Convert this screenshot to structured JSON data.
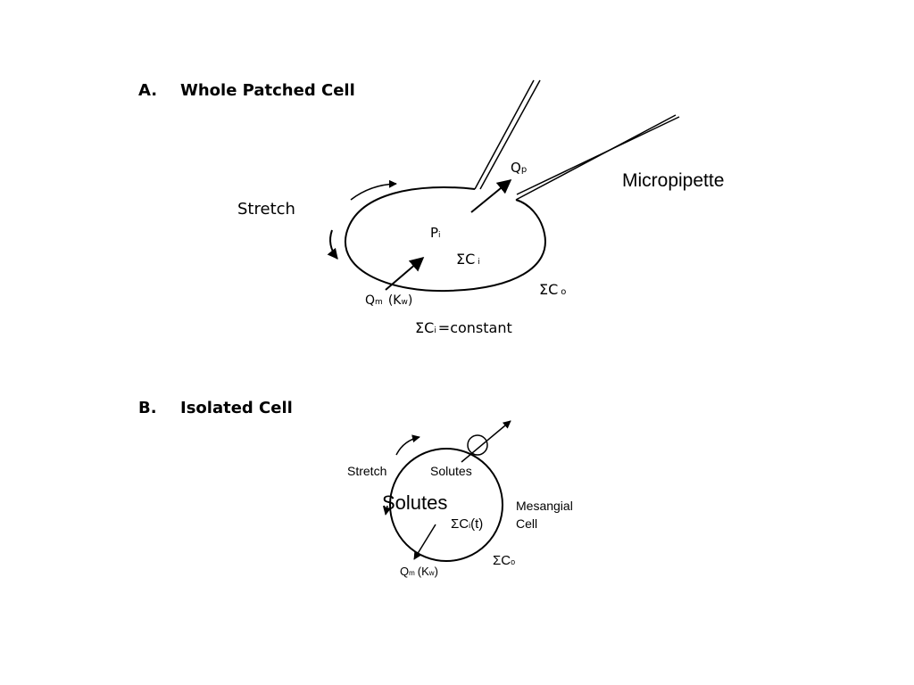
{
  "panel_a": {
    "letter": "A.",
    "title": "Whole Patched Cell",
    "stretch": "Stretch",
    "micropipette": "Micropipette",
    "qp_main": "Q",
    "qp_sub": "p",
    "pi_main": "P",
    "pi_sub": "i",
    "sigma": "Σ",
    "ci_main": "C",
    "ci_sub": "i",
    "co_main": "C",
    "co_sub": "o",
    "qm_main": "Q",
    "qm_sub": "m",
    "kw_open": "(K",
    "kw_sub": "w",
    "kw_close": ")",
    "const_c": "C",
    "const_sub": "i",
    "const_rest": "=constant"
  },
  "panel_b": {
    "letter": "B.",
    "title": "Isolated Cell",
    "stretch": "Stretch",
    "solutes_small": "Solutes",
    "solutes_large": "Solutes",
    "mesangial_line1": "Mesangial",
    "mesangial_line2": "Cell",
    "sigma": "Σ",
    "ci_main": "C",
    "ci_sub": "i",
    "ci_t": "(t)",
    "co_main": "C",
    "co_sub": "o",
    "qm_main": "Q",
    "qm_sub": "m",
    "kw_open": "(K",
    "kw_sub": "w",
    "kw_close": ")"
  }
}
